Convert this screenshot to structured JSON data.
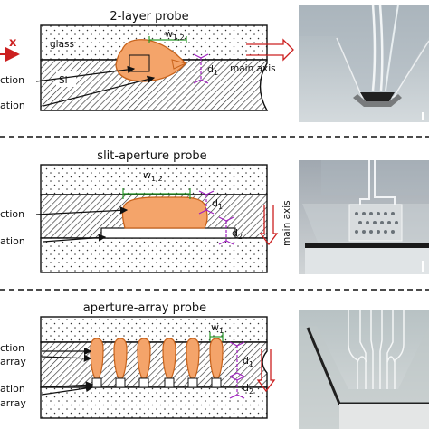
{
  "panels": [
    {
      "title": "2-layer probe",
      "layer_glass": "glass",
      "layer_si": "Si",
      "dim_width": "w",
      "dim_width_sub": "1,2",
      "dim_depth": "d",
      "dim_depth_sub": "1",
      "main_axis": "main axis",
      "left_axis": "x",
      "callouts": [
        "ction",
        "ation"
      ]
    },
    {
      "title": "slit-aperture probe",
      "dim_width": "w",
      "dim_width_sub": "1,2",
      "dim_depth1": "d",
      "dim_depth1_sub": "1",
      "dim_depth2": "d",
      "dim_depth2_sub": "2",
      "main_axis": "main axis",
      "callouts": [
        "ction",
        "ation"
      ]
    },
    {
      "title": "aperture-array probe",
      "dim_width": "w",
      "dim_width_sub": "1",
      "dim_depth1": "d",
      "dim_depth1_sub": "1",
      "dim_depth2": "d",
      "dim_depth2_sub": "2",
      "callouts": [
        "ction",
        "array",
        "ation",
        "array"
      ]
    }
  ],
  "colors": {
    "channel_fill": "#f4a46a",
    "channel_stroke": "#c8621a",
    "dimension_marker": "#a020c0",
    "width_marker": "#2a9a2a",
    "axis_arrow": "#cc2020"
  }
}
